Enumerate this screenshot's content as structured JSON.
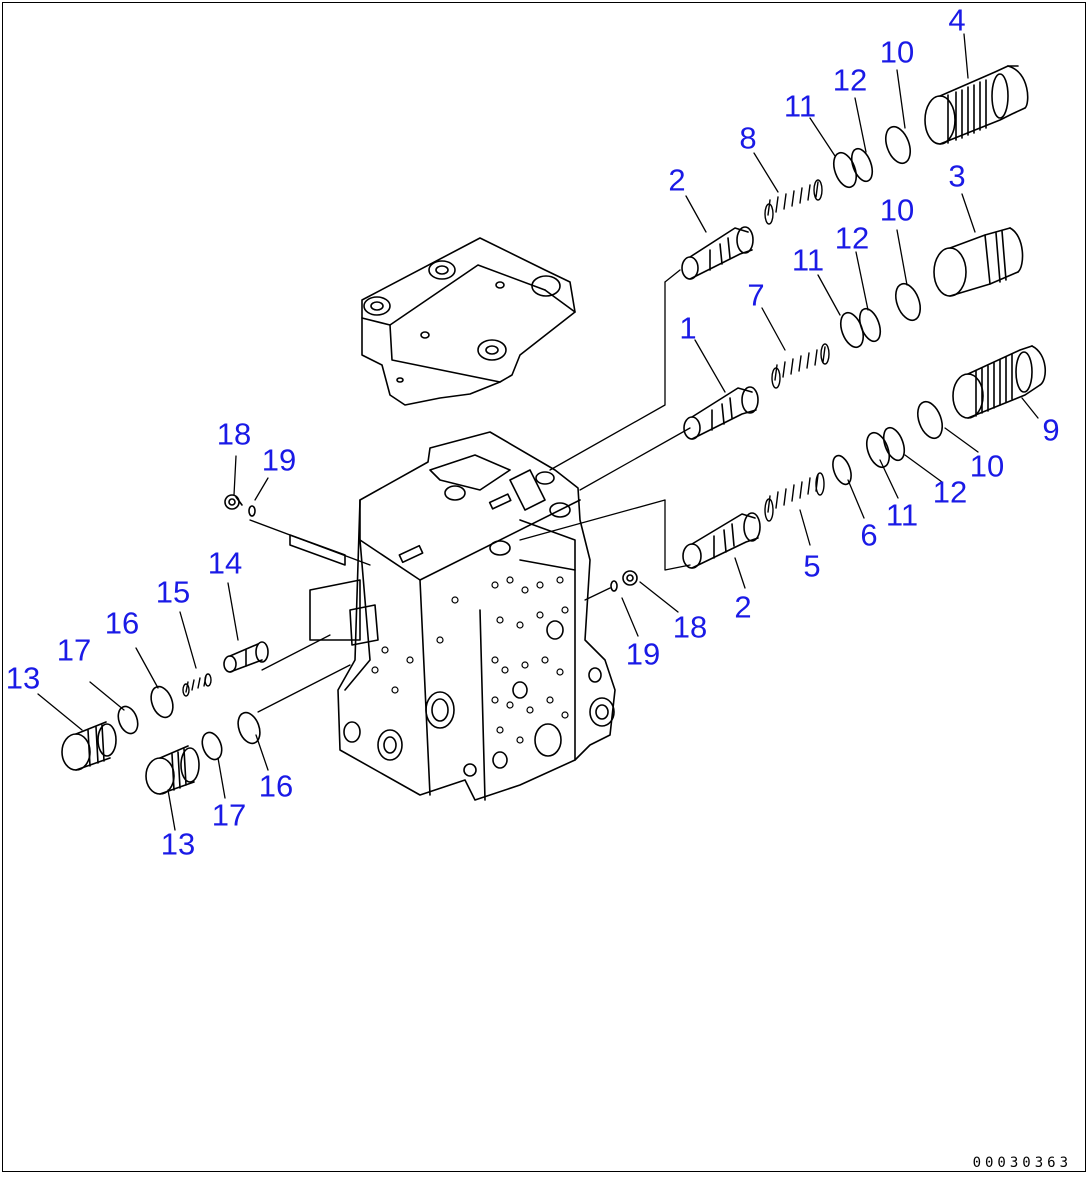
{
  "callouts": [
    {
      "id": "c4",
      "label": "4"
    },
    {
      "id": "c10a",
      "label": "10"
    },
    {
      "id": "c12a",
      "label": "12"
    },
    {
      "id": "c11a",
      "label": "11"
    },
    {
      "id": "c8",
      "label": "8"
    },
    {
      "id": "c2a",
      "label": "2"
    },
    {
      "id": "c3",
      "label": "3"
    },
    {
      "id": "c10b",
      "label": "10"
    },
    {
      "id": "c12b",
      "label": "12"
    },
    {
      "id": "c11b",
      "label": "11"
    },
    {
      "id": "c7",
      "label": "7"
    },
    {
      "id": "c1",
      "label": "1"
    },
    {
      "id": "c9",
      "label": "9"
    },
    {
      "id": "c10c",
      "label": "10"
    },
    {
      "id": "c12c",
      "label": "12"
    },
    {
      "id": "c11c",
      "label": "11"
    },
    {
      "id": "c6",
      "label": "6"
    },
    {
      "id": "c5",
      "label": "5"
    },
    {
      "id": "c2b",
      "label": "2"
    },
    {
      "id": "c18a",
      "label": "18"
    },
    {
      "id": "c19a",
      "label": "19"
    },
    {
      "id": "c18b",
      "label": "18"
    },
    {
      "id": "c19b",
      "label": "19"
    },
    {
      "id": "c14",
      "label": "14"
    },
    {
      "id": "c15",
      "label": "15"
    },
    {
      "id": "c16a",
      "label": "16"
    },
    {
      "id": "c17a",
      "label": "17"
    },
    {
      "id": "c13a",
      "label": "13"
    },
    {
      "id": "c16b",
      "label": "16"
    },
    {
      "id": "c17b",
      "label": "17"
    },
    {
      "id": "c13b",
      "label": "13"
    }
  ],
  "drawing_code": "00030363",
  "colors": {
    "callout": "#1a1ae6",
    "line": "#000000",
    "background": "#ffffff"
  }
}
